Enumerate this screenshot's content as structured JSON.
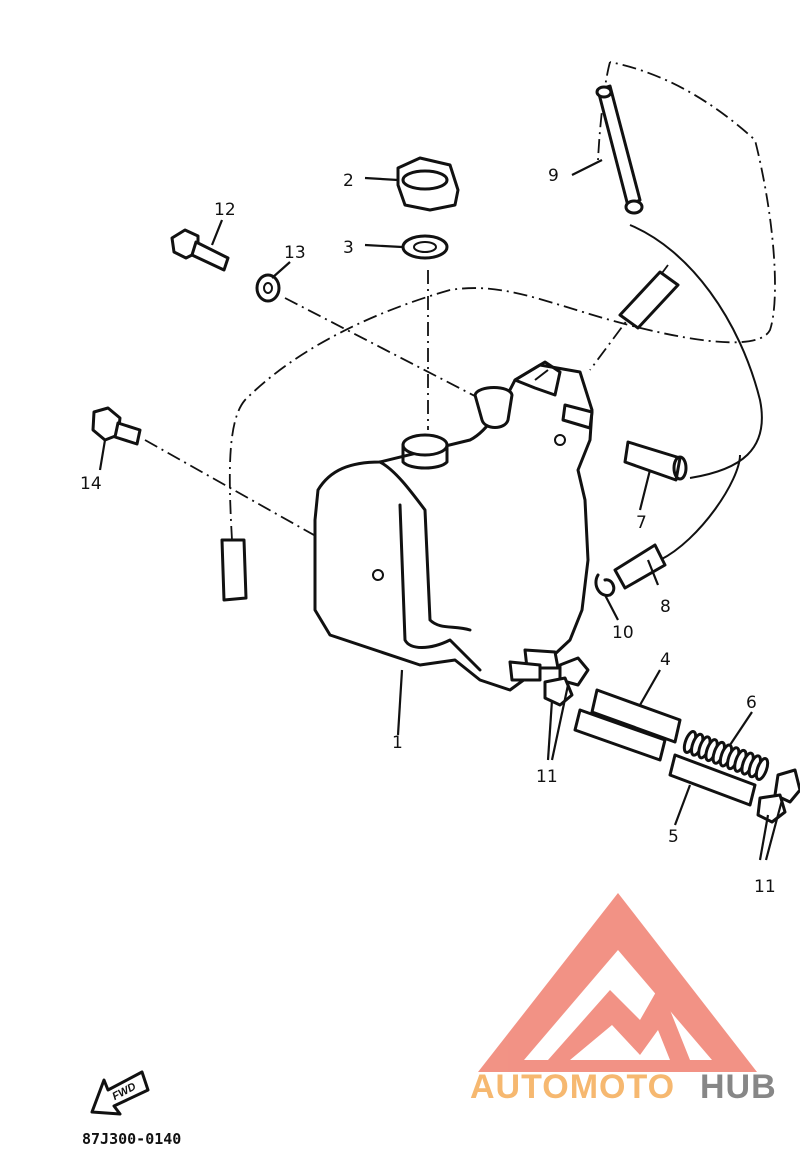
{
  "diagram": {
    "callouts": {
      "c1": "1",
      "c2": "2",
      "c3": "3",
      "c4": "4",
      "c5": "5",
      "c6": "6",
      "c7": "7",
      "c8": "8",
      "c9": "9",
      "c10": "10",
      "c11a": "11",
      "c11b": "11",
      "c12": "12",
      "c13": "13",
      "c14": "14"
    },
    "forward_arrow_label": "FWD",
    "document_code": "87J300-0140"
  },
  "watermark": {
    "part1": "AUTOMOTO",
    "part2": "HUB",
    "colors": {
      "accent": "#f08070",
      "orange": "#f5b060",
      "gray": "#7a7a7a"
    }
  }
}
